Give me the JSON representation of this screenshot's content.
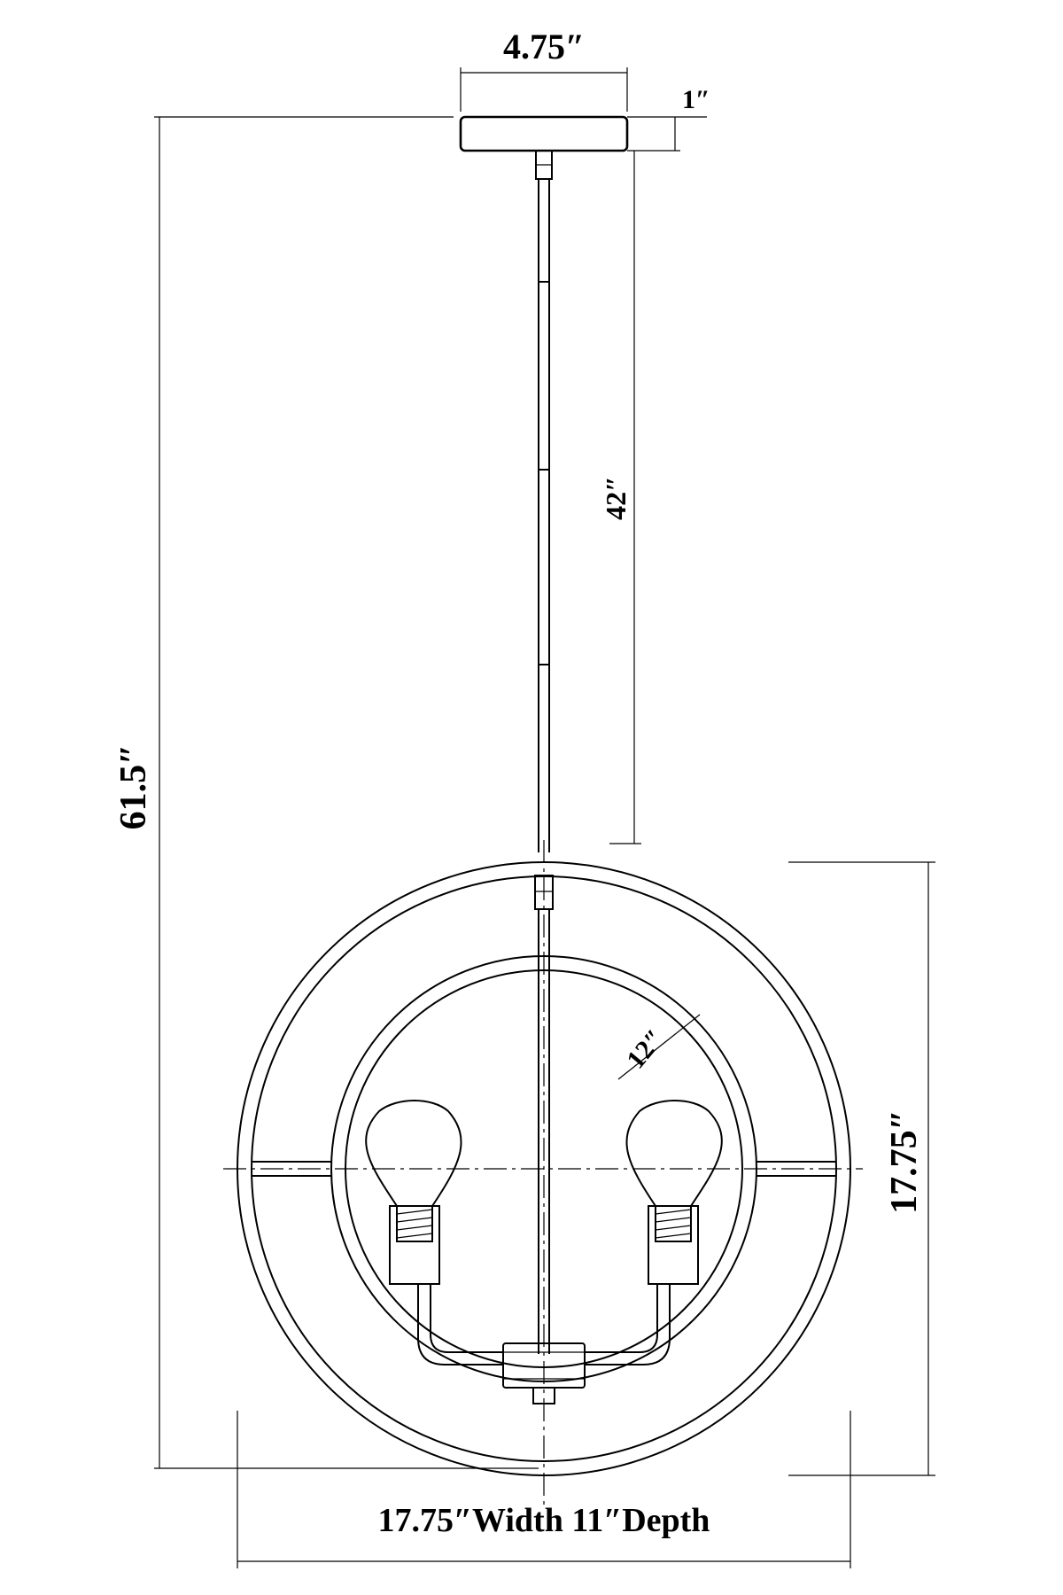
{
  "diagram": {
    "labels": {
      "canopy_width": "4.75″",
      "canopy_height": "1″",
      "overall_height": "61.5″",
      "rod_length": "42″",
      "inner_ring": "12″",
      "fixture_height": "17.75″",
      "bottom_width": "17.75″Width 11″Depth"
    },
    "bulb_count": 2,
    "stroke_color": "#000000",
    "background_color": "#ffffff"
  }
}
